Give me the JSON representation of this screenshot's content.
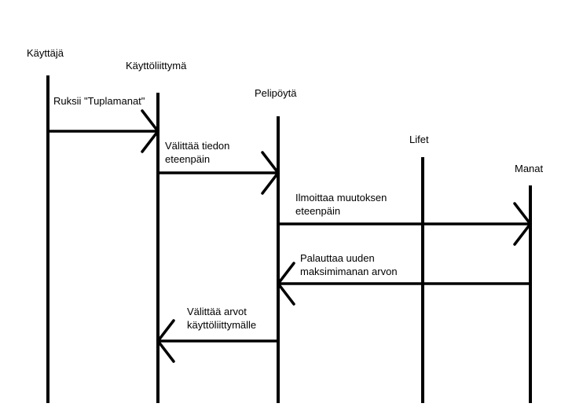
{
  "participants": [
    {
      "id": "kayttaja",
      "label": "Käyttäjä"
    },
    {
      "id": "kayttoliittyma",
      "label": "Käyttöliittymä"
    },
    {
      "id": "pelipoyta",
      "label": "Pelipöytä"
    },
    {
      "id": "lifet",
      "label": "Lifet"
    },
    {
      "id": "manat",
      "label": "Manat"
    }
  ],
  "messages": [
    {
      "from": "kayttaja",
      "to": "kayttoliittyma",
      "lines": [
        "Ruksii \"Tuplamanat\""
      ]
    },
    {
      "from": "kayttoliittyma",
      "to": "pelipoyta",
      "lines": [
        "Välittää tiedon",
        "eteenpäin"
      ]
    },
    {
      "from": "pelipoyta",
      "to": "manat",
      "lines": [
        "Ilmoittaa muutoksen",
        "eteenpäin"
      ]
    },
    {
      "from": "manat",
      "to": "pelipoyta",
      "lines": [
        "Palauttaa uuden",
        "maksimimanan arvon"
      ]
    },
    {
      "from": "pelipoyta",
      "to": "kayttoliittyma",
      "lines": [
        "Välittää arvot",
        "käyttöliittymälle"
      ]
    }
  ]
}
